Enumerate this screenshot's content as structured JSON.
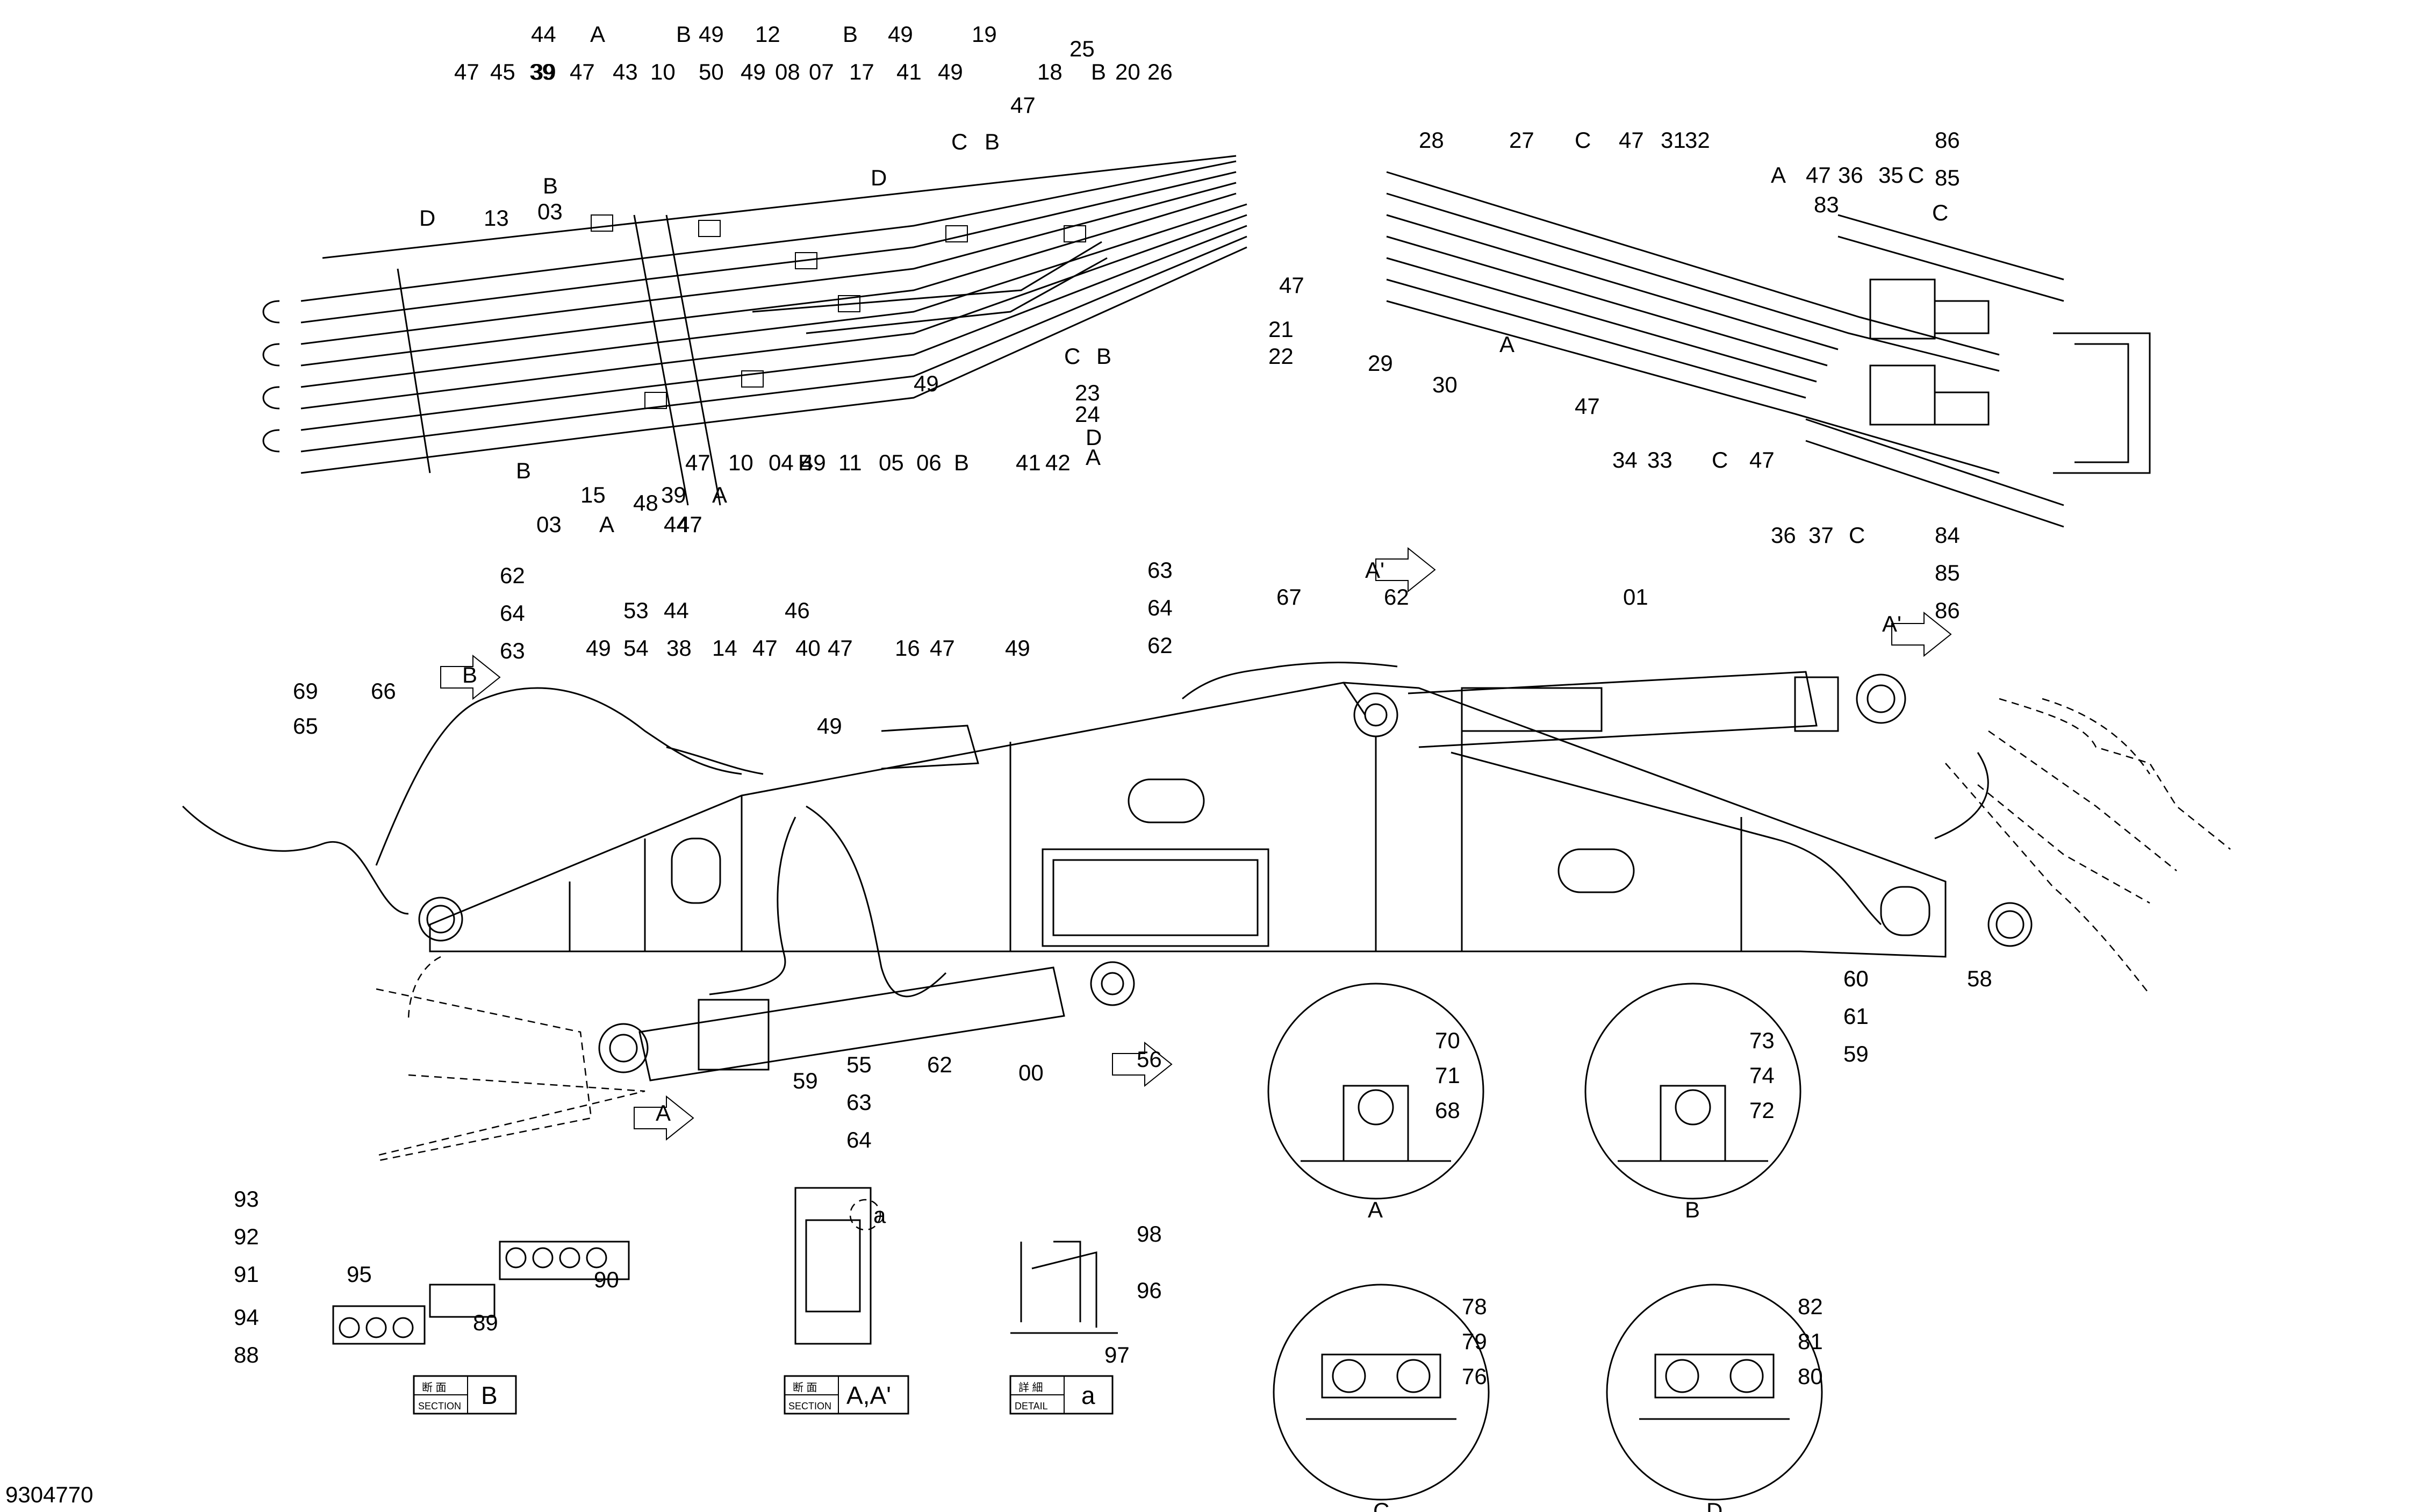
{
  "drawing_number": "9304770",
  "top_left_callouts": {
    "top_row": [
      "44",
      "39",
      "A",
      "B",
      "49",
      "50",
      "49",
      "12",
      "B",
      "49",
      "19",
      "25"
    ],
    "row2": [
      "47",
      "45",
      "39",
      "47",
      "43",
      "10",
      "49",
      "08",
      "07",
      "17",
      "41",
      "49",
      "18",
      "B",
      "20",
      "26"
    ],
    "others": [
      "D",
      "13",
      "B",
      "03",
      "47",
      "D",
      "C",
      "B",
      "47",
      "21",
      "22",
      "C",
      "B",
      "23",
      "24",
      "D",
      "A",
      "42",
      "41",
      "49",
      "06",
      "B",
      "05",
      "11",
      "49",
      "B",
      "04",
      "10",
      "47",
      "A",
      "39",
      "44",
      "47",
      "48",
      "A",
      "15",
      "03",
      "B"
    ]
  },
  "top_right_callouts": [
    "28",
    "27",
    "C",
    "47",
    "31",
    "32",
    "A",
    "47",
    "36",
    "35",
    "C",
    "86",
    "85",
    "83",
    "C",
    "29",
    "30",
    "A",
    "47",
    "34",
    "33",
    "C",
    "47",
    "36",
    "37",
    "C",
    "84",
    "85",
    "86"
  ],
  "main_view_callouts": [
    "62",
    "64",
    "63",
    "53",
    "54",
    "44",
    "38",
    "46",
    "14",
    "47",
    "40",
    "49",
    "49",
    "16",
    "47",
    "63",
    "64",
    "62",
    "67",
    "A'",
    "62",
    "01",
    "69",
    "65",
    "66",
    "B",
    "47",
    "49",
    "A'",
    "60",
    "61",
    "59",
    "58",
    "60",
    "61",
    "59",
    "55",
    "63",
    "64",
    "62",
    "00",
    "56",
    "A",
    "A"
  ],
  "details": {
    "A": {
      "caption": "A",
      "labels": [
        "70",
        "71",
        "68"
      ]
    },
    "B": {
      "caption": "B",
      "labels": [
        "73",
        "74",
        "72"
      ]
    },
    "C": {
      "caption": "C",
      "labels": [
        "78",
        "79",
        "76"
      ]
    },
    "D": {
      "caption": "D",
      "labels": [
        "82",
        "81",
        "80"
      ]
    }
  },
  "section_b": {
    "labels": [
      "93",
      "92",
      "91",
      "95",
      "94",
      "88",
      "89",
      "90"
    ],
    "box_jp": "断 面",
    "box_en": "SECTION",
    "box_letter": "B"
  },
  "section_aa": {
    "label": "a",
    "box_jp": "断 面",
    "box_en": "SECTION",
    "box_letter": "A,A'"
  },
  "detail_a": {
    "labels": [
      "98",
      "96",
      "97"
    ],
    "box_jp": "詳 細",
    "box_en": "DETAIL",
    "box_letter": "a"
  }
}
